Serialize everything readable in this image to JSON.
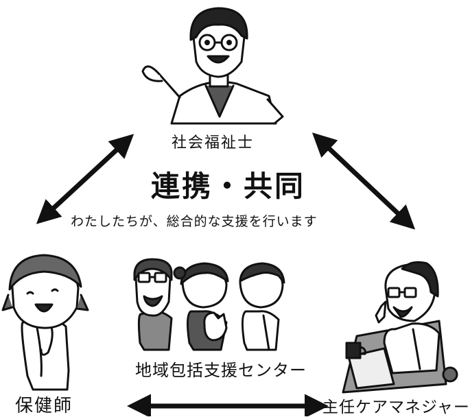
{
  "roles": {
    "top": "社会福祉士",
    "left": "保健師",
    "right": "主任ケアマネジャー"
  },
  "headline": "連携・共同",
  "subline": "わたしたちが、総合的な支援を行います",
  "center_label": "地域包括支援センター",
  "colors": {
    "ink": "#111111",
    "background": "#ffffff"
  }
}
